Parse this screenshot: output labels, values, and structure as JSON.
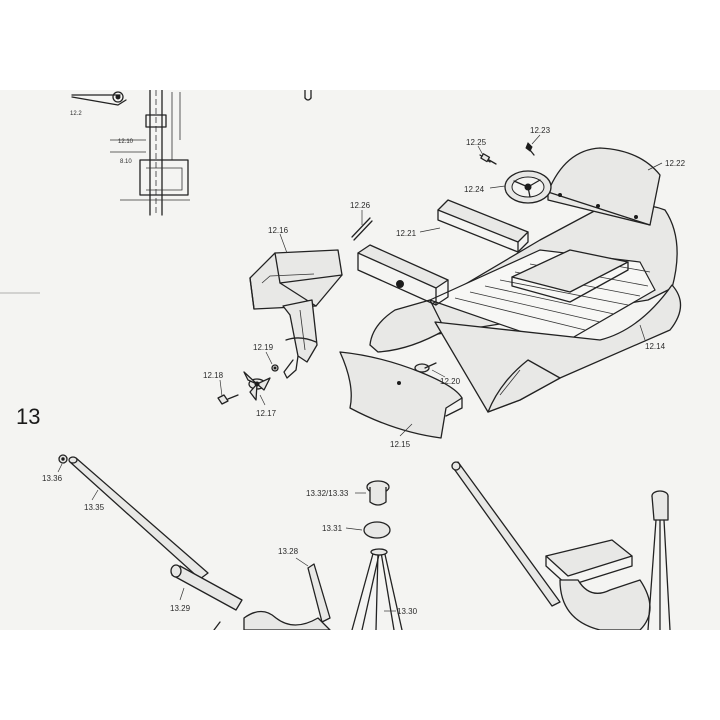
{
  "section": {
    "number": "13"
  },
  "labels": {
    "l_12_2": "12.2",
    "l_12_10": "12.10",
    "l_8_10": "8.10",
    "l_12_25": "12.25",
    "l_12_23": "12.23",
    "l_12_22": "12.22",
    "l_12_24": "12.24",
    "l_12_26": "12.26",
    "l_12_21": "12.21",
    "l_12_16": "12.16",
    "l_12_14": "12.14",
    "l_12_19": "12.19",
    "l_12_18": "12.18",
    "l_12_17": "12.17",
    "l_12_20": "12.20",
    "l_12_15": "12.15",
    "l_13_36": "13.36",
    "l_13_35": "13.35",
    "l_13_32_33": "13.32/13.33",
    "l_13_31": "13.31",
    "l_13_28": "13.28",
    "l_13_29": "13.29",
    "l_13_30": "13.30"
  }
}
